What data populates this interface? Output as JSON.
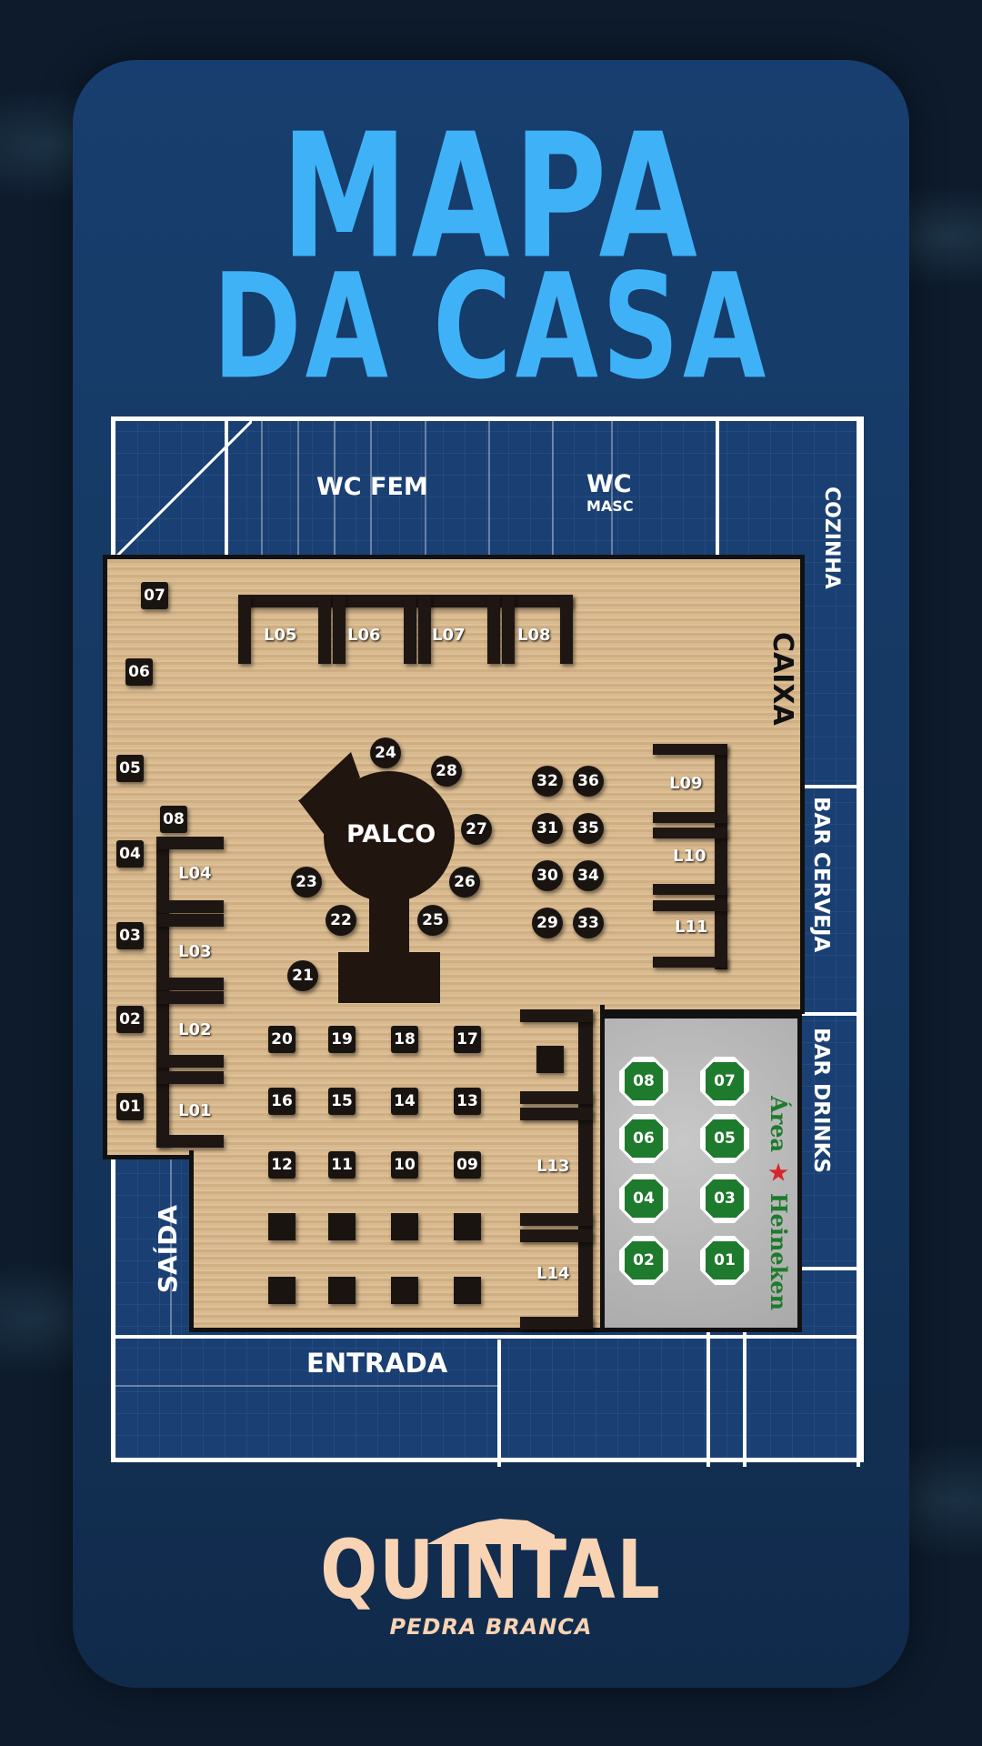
{
  "title": {
    "line1": "MAPA",
    "line2": "DA CASA"
  },
  "zones": {
    "wc_fem": "WC FEM",
    "wc_masc": "WC",
    "wc_masc_sub": "MASC",
    "cozinha": "COZINHA",
    "caixa": "CAIXA",
    "bar_cerveja": "BAR CERVEJA",
    "bar_drinks": "BAR DRINKS",
    "saida": "SAÍDA",
    "entrada": "ENTRADA",
    "palco": "PALCO"
  },
  "heineken_area": {
    "label": "Área",
    "brand": "Heineken",
    "tables": [
      "08",
      "07",
      "06",
      "05",
      "04",
      "03",
      "02",
      "01"
    ]
  },
  "wall_tables": [
    "07",
    "06",
    "05",
    "08",
    "04",
    "03",
    "02",
    "01"
  ],
  "lounges": [
    "L01",
    "L02",
    "L03",
    "L04",
    "L05",
    "L06",
    "L07",
    "L08",
    "L09",
    "L10",
    "L11",
    "L13",
    "L14"
  ],
  "round_tables": [
    "21",
    "22",
    "23",
    "24",
    "25",
    "26",
    "27",
    "28",
    "29",
    "30",
    "31",
    "32",
    "33",
    "34",
    "35",
    "36"
  ],
  "grid_tables": [
    "20",
    "19",
    "18",
    "17",
    "16",
    "15",
    "14",
    "13",
    "12",
    "11",
    "10",
    "09"
  ],
  "logo": {
    "name": "QUINTAL",
    "sub": "PEDRA BRANCA"
  },
  "colors": {
    "title": "#3fb2f7",
    "card": "#173e6e",
    "heineken_green": "#1e7a2c",
    "logo": "#f8d3b4"
  }
}
